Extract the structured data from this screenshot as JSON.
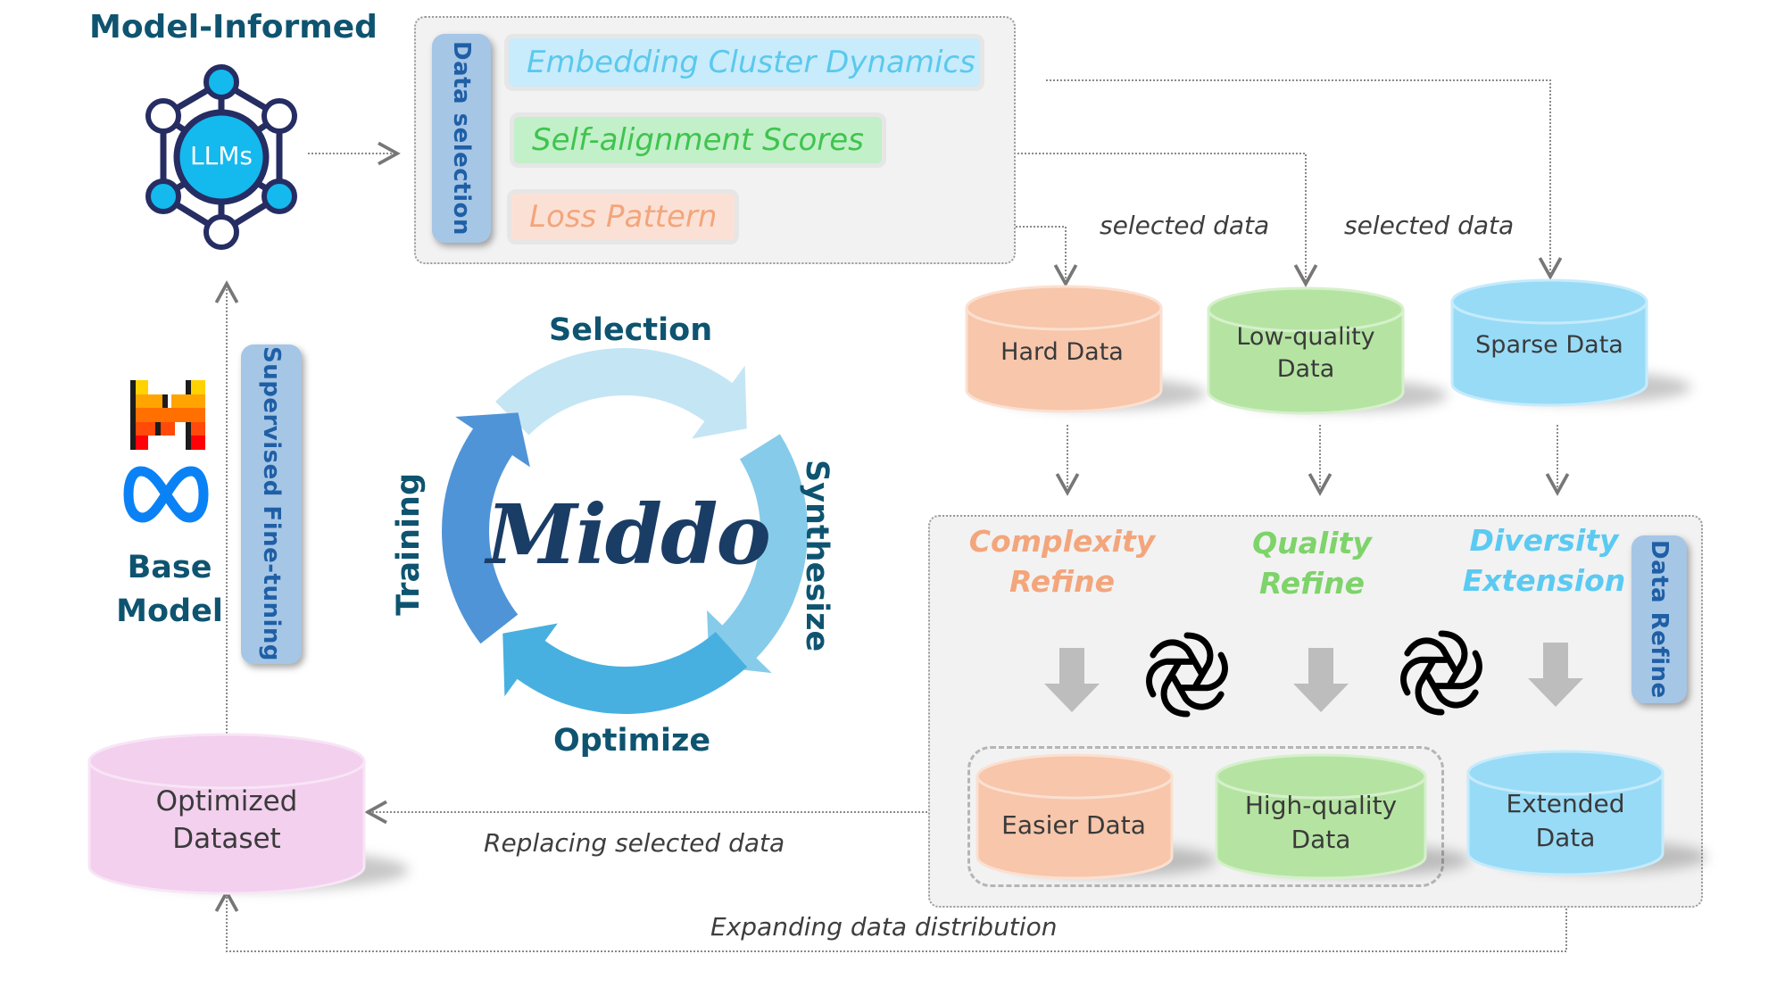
{
  "model_informed": {
    "title": "Model-Informed",
    "llm_label": "LLMs"
  },
  "data_selection": {
    "tab_label": "Data selection",
    "criteria": [
      {
        "label": "Embedding Cluster Dynamics",
        "color": "#5bc8ee",
        "bg": "#c8ecfb"
      },
      {
        "label": "Self-alignment Scores",
        "color": "#3fc44f",
        "bg": "#c2f0c8"
      },
      {
        "label": "Loss Pattern",
        "color": "#f3a57c",
        "bg": "#fbe1d5"
      }
    ]
  },
  "selected_notes": [
    "selected data",
    "selected data"
  ],
  "selected_stores": [
    {
      "label": "Hard Data",
      "color": "#f7c6ab"
    },
    {
      "label": "Low-quality Data",
      "color": "#b5e4a2"
    },
    {
      "label": "Sparse Data",
      "color": "#98dbf7"
    }
  ],
  "cycle": {
    "center": "Middo",
    "stages": {
      "top": "Selection",
      "right": "Synthesize",
      "bottom": "Optimize",
      "left": "Training"
    },
    "colors": {
      "top": "#c4e5f4",
      "right": "#86cbea",
      "bottom": "#47b0e0",
      "left": "#5094d8"
    }
  },
  "base_model": {
    "label_line1": "Base",
    "label_line2": "Model",
    "sft_tab": "Supervised Fine-tuning"
  },
  "data_refine": {
    "tab_label": "Data Refine",
    "operations": [
      {
        "line1": "Complexity",
        "line2": "Refine",
        "color": "#f3a57c"
      },
      {
        "line1": "Quality",
        "line2": "Refine",
        "color": "#7ed36a"
      },
      {
        "line1": "Diversity",
        "line2": "Extension",
        "color": "#5bcaf2"
      }
    ],
    "outputs": [
      {
        "label": "Easier Data",
        "color": "#f7c6ab"
      },
      {
        "label": "High-quality Data",
        "color": "#b5e4a2"
      },
      {
        "label": "Extended Data",
        "color": "#98dbf7"
      }
    ]
  },
  "optimized_dataset": {
    "label": "Optimized Dataset",
    "color": "#f2d0ee"
  },
  "flow_notes": {
    "replacing": "Replacing selected data",
    "expanding": "Expanding data distribution"
  }
}
